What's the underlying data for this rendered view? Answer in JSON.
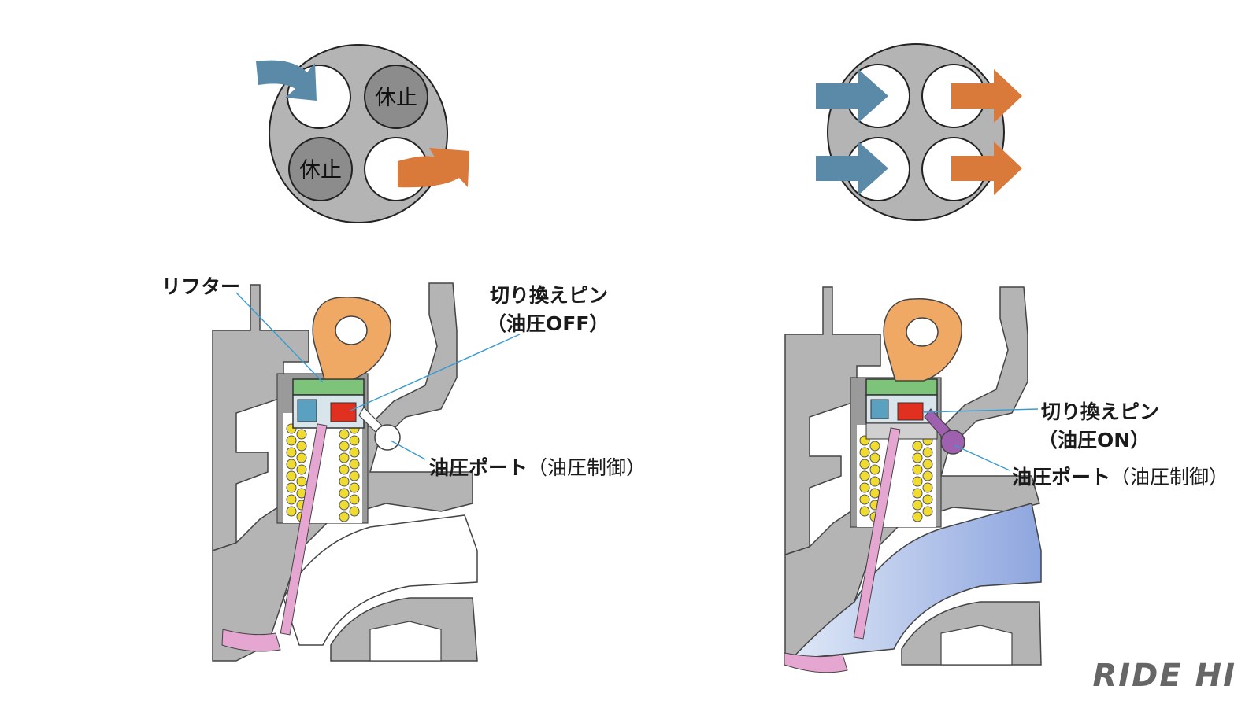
{
  "colors": {
    "intake_arrow": "#5a8aa8",
    "exhaust_arrow": "#d9793a",
    "cam": "#f0a865",
    "lifter_top": "#7dc47a",
    "pin_off": "#e03020",
    "pin_on": "#a060b0",
    "valve": "#e6a6d2",
    "spring": "#f0dc30",
    "head_gray": "#b4b4b4",
    "port_blue": "#a8bce6"
  },
  "left": {
    "stop_label_1": "休止",
    "stop_label_2": "休止",
    "lifter_label": "リフター",
    "pin_label": "切り換えピン",
    "pin_state": "（油圧OFF）",
    "port_label": "油圧ポート",
    "port_paren": "（油圧制御）"
  },
  "right": {
    "pin_label": "切り換えピン",
    "pin_state": "（油圧ON）",
    "port_label": "油圧ポート",
    "port_paren": "（油圧制御）"
  },
  "brand": "RIDE HI"
}
